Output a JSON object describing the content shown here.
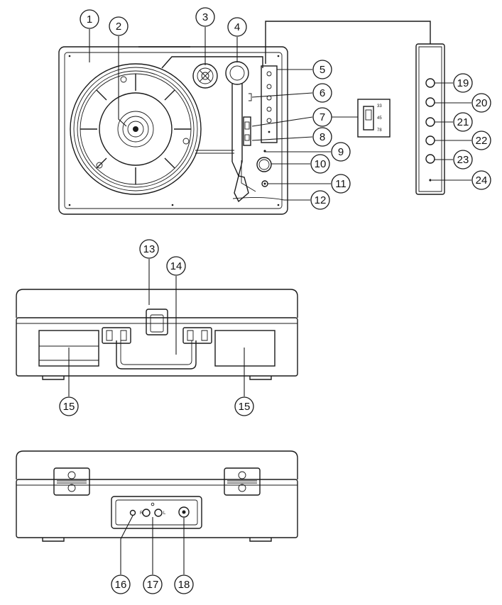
{
  "callouts": [
    {
      "label": "1"
    },
    {
      "label": "2"
    },
    {
      "label": "3"
    },
    {
      "label": "4"
    },
    {
      "label": "5"
    },
    {
      "label": "6"
    },
    {
      "label": "7"
    },
    {
      "label": "8"
    },
    {
      "label": "9"
    },
    {
      "label": "10"
    },
    {
      "label": "11"
    },
    {
      "label": "12"
    },
    {
      "label": "13"
    },
    {
      "label": "14"
    },
    {
      "label": "15"
    },
    {
      "label": "15"
    },
    {
      "label": "16"
    },
    {
      "label": "17"
    },
    {
      "label": "18"
    },
    {
      "label": "19"
    },
    {
      "label": "20"
    },
    {
      "label": "21"
    },
    {
      "label": "22"
    },
    {
      "label": "23"
    },
    {
      "label": "24"
    }
  ],
  "speed_switch": {
    "s33": "33",
    "s45": "45",
    "s78": "78"
  },
  "rca_jack": {
    "right": "R",
    "left": "L"
  },
  "colors": {
    "line": "#1a1a1a",
    "background": "#ffffff"
  }
}
